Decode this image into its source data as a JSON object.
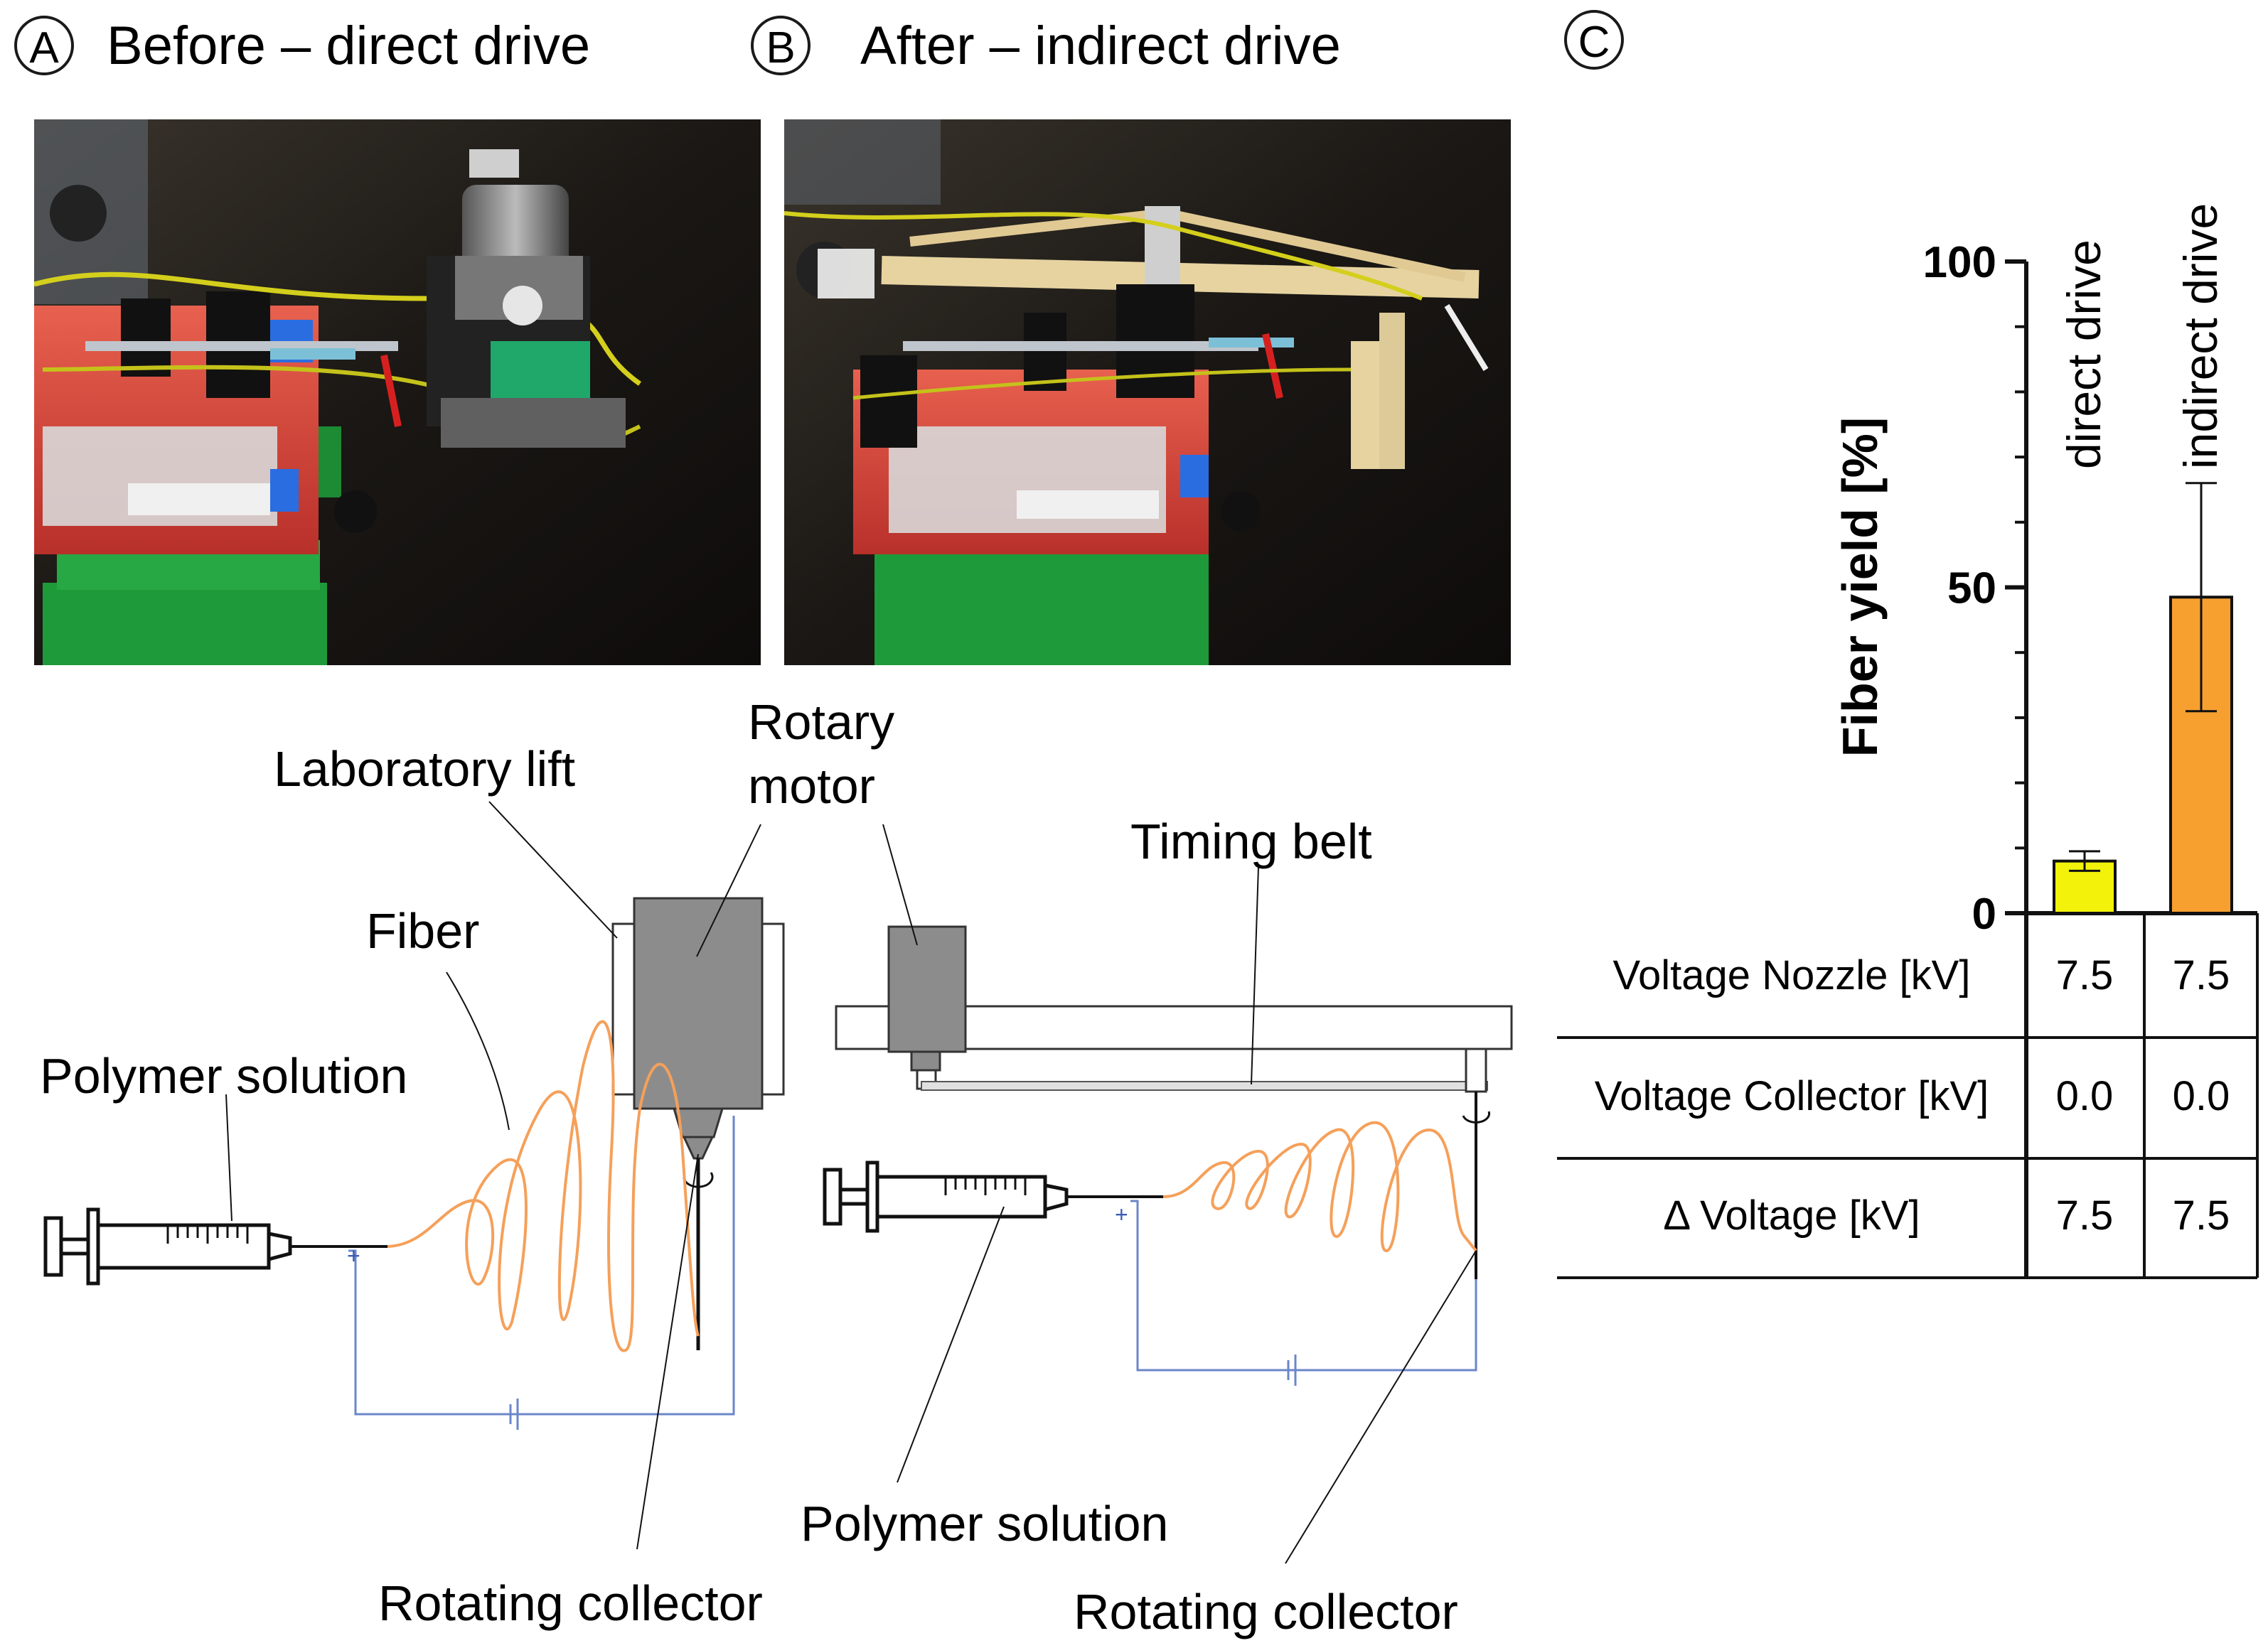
{
  "panels": {
    "A": {
      "letter": "A",
      "title": "Before – direct drive"
    },
    "B": {
      "letter": "B",
      "title": "After – indirect drive"
    },
    "C": {
      "letter": "C"
    }
  },
  "diagram_A": {
    "laboratory_lift": "Laboratory lift",
    "rotary_motor_line1": "Rotary",
    "rotary_motor_line2": "motor",
    "fiber": "Fiber",
    "polymer_solution": "Polymer solution",
    "rotating_collector": "Rotating collector"
  },
  "diagram_B": {
    "timing_belt": "Timing belt",
    "polymer_solution": "Polymer solution",
    "rotating_collector": "Rotating collector"
  },
  "colors": {
    "fiber": "#f5a05a",
    "circuit": "#6b86c9",
    "motor": "#8c8c8c",
    "bar_direct": "#f2f20a",
    "bar_indirect": "#f7a030",
    "pump_red": "#d9433b",
    "lift_green": "#1f9a3a"
  },
  "chart_data": {
    "type": "bar",
    "categories": [
      "direct drive",
      "indirect drive"
    ],
    "values": [
      8.0,
      48.5
    ],
    "error": [
      1.5,
      17.5
    ],
    "ylabel": "Fiber yield [%]",
    "ylim": [
      0,
      100
    ],
    "yticks": [
      "0",
      "50",
      "100"
    ]
  },
  "table": {
    "rows": [
      {
        "label": "Voltage Nozzle [kV]",
        "values": [
          "7.5",
          "7.5"
        ]
      },
      {
        "label": "Voltage Collector [kV]",
        "values": [
          "0.0",
          "0.0"
        ]
      },
      {
        "label": "Δ Voltage [kV]",
        "values": [
          "7.5",
          "7.5"
        ]
      }
    ]
  }
}
